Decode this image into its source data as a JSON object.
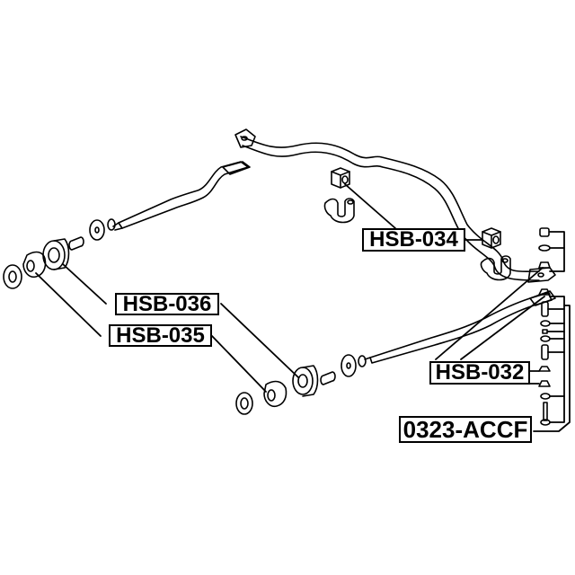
{
  "diagram": {
    "title": "Stabilizer bar and strut rod bushing exploded view",
    "colors": {
      "line": "#000000",
      "background": "#ffffff"
    },
    "labels": [
      {
        "id": "hsb-034",
        "text": "HSB-034"
      },
      {
        "id": "hsb-036",
        "text": "HSB-036"
      },
      {
        "id": "hsb-035",
        "text": "HSB-035"
      },
      {
        "id": "hsb-032",
        "text": "HSB-032"
      },
      {
        "id": "0323-accf",
        "text": "0323-ACCF"
      }
    ],
    "parts": [
      "stabilizer-bar",
      "stabilizer-bushing-left",
      "stabilizer-bracket-left",
      "stabilizer-bushing-right",
      "stabilizer-bracket-right",
      "strut-rod-left",
      "strut-rod-right",
      "strut-rod-bushing-front-left",
      "strut-rod-bushing-rear-left",
      "strut-rod-bushing-front-right",
      "strut-rod-bushing-rear-right",
      "end-link-kit-stack"
    ]
  }
}
